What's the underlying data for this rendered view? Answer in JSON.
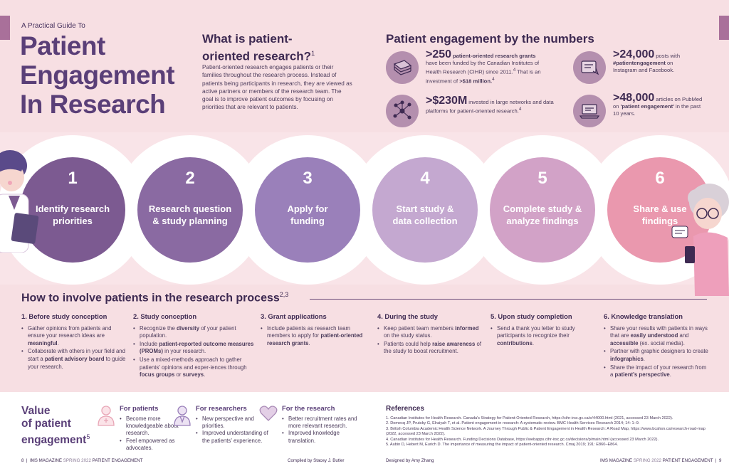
{
  "header": {
    "kicker": "A Practical Guide To",
    "title_lines": [
      "Patient",
      "Engagement",
      "In Research"
    ]
  },
  "what_is": {
    "title_line1": "What is patient-",
    "title_line2": "oriented research?",
    "title_sup": "1",
    "body": "Patient-oriented research engages patients or their families throughout the research process. Instead of patients being participants in research, they are viewed as active partners or members of the research team. The goal is to improve patient outcomes by focusing on priorities that are relevant to patients."
  },
  "numbers": {
    "title": "Patient engagement by the numbers",
    "stats": [
      {
        "big": ">250",
        "lead": "patient-oriented research grants",
        "text": "have been funded by the Canadian Institutes of Health Research (CIHR) since 2011.",
        "sup1": "4",
        "tail": " That is an investment of ",
        "strong": ">$18 million.",
        "sup2": "4",
        "icon": "documents-icon"
      },
      {
        "big": ">$230M",
        "lead": "",
        "text": "invested in large networks and data platforms for patient-oriented research.",
        "sup1": "4",
        "tail": "",
        "strong": "",
        "sup2": "",
        "icon": "network-icon"
      },
      {
        "big": ">24,000",
        "lead": "",
        "text": "posts with ",
        "strong_mid": "#patientengagement",
        "text2": " on Instagram and Facebook.",
        "icon": "social-post-icon"
      },
      {
        "big": ">48,000",
        "lead": "",
        "text": "articles on PubMed on ",
        "strong_mid": "'patient engagement'",
        "text2": " in the past 10 years.",
        "icon": "laptop-icon"
      }
    ]
  },
  "steps": [
    {
      "num": "1",
      "line1": "Identify research",
      "line2": "priorities",
      "color": "#7c5a91"
    },
    {
      "num": "2",
      "line1": "Research question",
      "line2": "& study planning",
      "color": "#8a6aa2"
    },
    {
      "num": "3",
      "line1": "Apply for",
      "line2": "funding",
      "color": "#9a80ba"
    },
    {
      "num": "4",
      "line1": "Start study &",
      "line2": "data collection",
      "color": "#c4a8d0"
    },
    {
      "num": "5",
      "line1": "Complete study &",
      "line2": "analyze findings",
      "color": "#d2a2c7"
    },
    {
      "num": "6",
      "line1": "Share & use",
      "line2": "findings",
      "color": "#ea98ae"
    }
  ],
  "howto": {
    "title": "How to involve patients in the research process",
    "title_sup": "2,3",
    "columns": [
      {
        "head": "1. Before study conception",
        "items": [
          {
            "parts": [
              {
                "t": "Gather opinions from patients and ensure your research ideas are "
              },
              {
                "b": "meaningful"
              },
              {
                "t": "."
              }
            ]
          },
          {
            "parts": [
              {
                "t": "Collaborate with others in your field and start a "
              },
              {
                "b": "patient advisory board"
              },
              {
                "t": " to guide your research."
              }
            ]
          }
        ]
      },
      {
        "head": "2. Study conception",
        "items": [
          {
            "parts": [
              {
                "t": "Recognize the "
              },
              {
                "b": "diversity"
              },
              {
                "t": " of your patient population."
              }
            ]
          },
          {
            "parts": [
              {
                "t": "Include "
              },
              {
                "b": "patient-reported outcome measures (PROMs)"
              },
              {
                "t": " in your research."
              }
            ]
          },
          {
            "parts": [
              {
                "t": "Use a mixed-methods approach to gather patients' opinions and exper-iences through "
              },
              {
                "b": "focus groups"
              },
              {
                "t": " or "
              },
              {
                "b": "surveys"
              },
              {
                "t": "."
              }
            ]
          }
        ]
      },
      {
        "head": "3. Grant applications",
        "items": [
          {
            "parts": [
              {
                "t": "Include patients as research team members to apply for "
              },
              {
                "b": "patient-oriented research grants"
              },
              {
                "t": "."
              }
            ]
          }
        ]
      },
      {
        "head": "4. During the study",
        "items": [
          {
            "parts": [
              {
                "t": "Keep patient team members "
              },
              {
                "b": "informed"
              },
              {
                "t": " on the study status."
              }
            ]
          },
          {
            "parts": [
              {
                "t": "Patients could help "
              },
              {
                "b": "raise awareness"
              },
              {
                "t": " of the study to boost recruitment."
              }
            ]
          }
        ]
      },
      {
        "head": "5. Upon study completion",
        "items": [
          {
            "parts": [
              {
                "t": "Send a thank you letter to study participants to recognize their "
              },
              {
                "b": "contributions"
              },
              {
                "t": "."
              }
            ]
          }
        ]
      },
      {
        "head": "6. Knowledge translation",
        "items": [
          {
            "parts": [
              {
                "t": "Share your results with patients in ways that are "
              },
              {
                "b": "easily understood"
              },
              {
                "t": " and "
              },
              {
                "b": "accessible"
              },
              {
                "t": " (ex. social media)."
              }
            ]
          },
          {
            "parts": [
              {
                "t": "Partner with graphic designers to create "
              },
              {
                "b": "infographics"
              },
              {
                "t": "."
              }
            ]
          },
          {
            "parts": [
              {
                "t": "Share the impact of your research from a "
              },
              {
                "b": "patient's perspective"
              },
              {
                "t": "."
              }
            ]
          }
        ]
      }
    ]
  },
  "value": {
    "title_line1": "Value",
    "title_line2": "of patient",
    "title_line3": "engagement",
    "title_sup": "5",
    "groups": [
      {
        "head": "For patients",
        "items": [
          "Become more knowledgeable about research.",
          "Feel empowered as advocates."
        ],
        "icon": "patient-icon"
      },
      {
        "head": "For researchers",
        "items": [
          "New perspective and priorities.",
          "Improved understanding of the patients' experience."
        ],
        "icon": "researcher-icon"
      },
      {
        "head": "For the research",
        "items": [
          "Better recruitment rates and more relevant research.",
          "Improved knowledge translation."
        ],
        "icon": "heart-icon"
      }
    ]
  },
  "references": {
    "title": "References",
    "items": [
      "1. Canadian Institutes for Health Research. Canada's Strategy for Patient-Oriented Research, https://cihr-irsc.gc.ca/e/44000.html (2021, accessed 23 March 2022).",
      "2. Domecq JP, Prutsky G, Elraiyah T, et al. Patient engagement in research: A systematic review. BMC Health Services Research 2014; 14: 1–9.",
      "3. British Columbia Academic Health Science Network. A Journey Through Public & Patient Engagement in Health Research: A Road Map, https://www.bcahsn.ca/research-road-map (2022, accessed 23 March 2022).",
      "4. Canadian Institutes for Health Research. Funding Decisions Database, https://webapps.cihr-irsc.gc.ca/decisions/p/main.html (accessed 23 March 2022).",
      "5. Aubin D, Hebert M, Eurich D. The importance of measuring the impact of patient-oriented research. Cmaj 2019; 191: E860–E864."
    ]
  },
  "footer": {
    "left_page": "8",
    "left_mag": "IMS MAGAZINE",
    "left_issue": "SPRING 2022",
    "left_section": "PATIENT ENGAGEMENT",
    "compiled": "Compiled by Stacey J. Butler",
    "designed": "Designed by Amy Zhang",
    "right_mag": "IMS MAGAZINE",
    "right_issue": "SPRING 2022",
    "right_section": "PATIENT ENGAGEMENT",
    "right_page": "9"
  },
  "colors": {
    "page_bg": "#f7dfe3",
    "title_purple": "#5a3f78",
    "dark_text": "#3e2a52",
    "accent_tab": "#a9709a"
  }
}
